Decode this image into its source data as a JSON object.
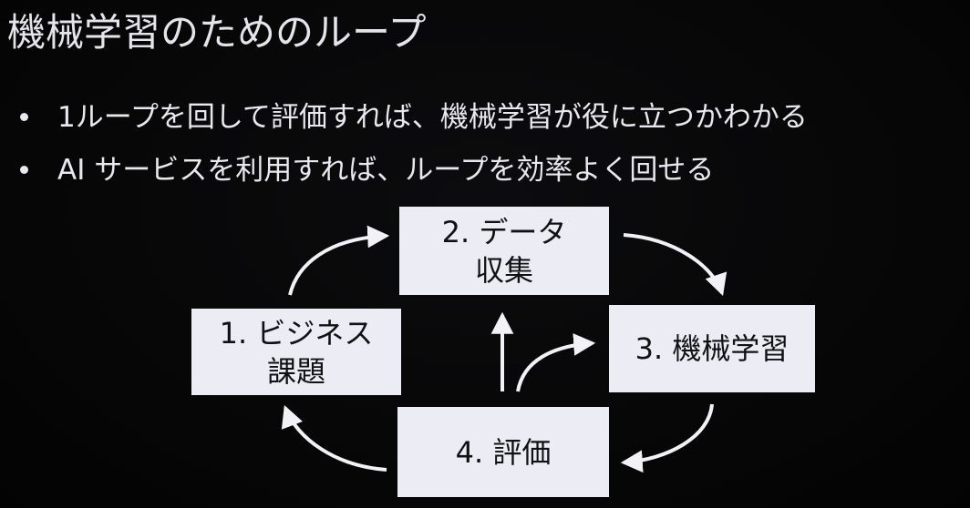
{
  "slide": {
    "title": "機械学習のためのループ",
    "bullets": [
      "1ループを回して評価すれば、機械学習が役に立つかわかる",
      "AI サービスを利用すれば、ループを効率よく回せる"
    ]
  },
  "diagram": {
    "nodes": [
      {
        "id": "1",
        "line1": "1. ビジネス",
        "line2": "課題"
      },
      {
        "id": "2",
        "line1": "2. データ",
        "line2": "収集"
      },
      {
        "id": "3",
        "line1": "3. 機械学習",
        "line2": ""
      },
      {
        "id": "4",
        "line1": "4. 評価",
        "line2": ""
      }
    ],
    "edges": [
      {
        "from": "1",
        "to": "2"
      },
      {
        "from": "2",
        "to": "3"
      },
      {
        "from": "3",
        "to": "4"
      },
      {
        "from": "4",
        "to": "1"
      },
      {
        "from": "4",
        "to": "2"
      },
      {
        "from": "4",
        "to": "3"
      }
    ],
    "colors": {
      "background": "#050505",
      "box": "#ececf4",
      "box_text": "#111114",
      "arrow": "#f2f2f6"
    }
  }
}
